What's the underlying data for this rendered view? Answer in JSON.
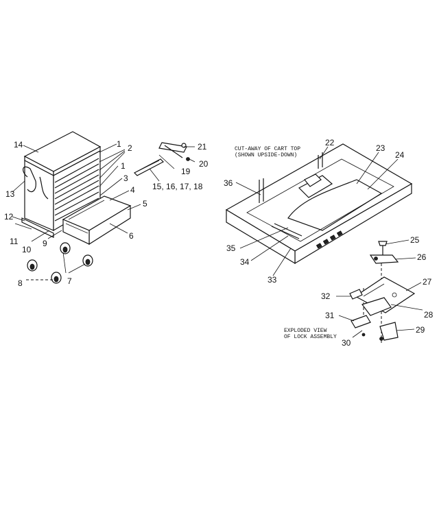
{
  "part_labels": {
    "p1a": "1",
    "p2": "2",
    "p1b": "1",
    "p3": "3",
    "p4": "4",
    "p5": "5",
    "p6": "6",
    "p7": "7",
    "p8": "8",
    "p9": "9",
    "p10": "10",
    "p11": "11",
    "p12": "12",
    "p13": "13",
    "p14": "14",
    "p15_18": "15, 16, 17, 18",
    "p19": "19",
    "p20": "20",
    "p21": "21",
    "p22": "22",
    "p23": "23",
    "p24": "24",
    "p25": "25",
    "p26": "26",
    "p27": "27",
    "p28": "28",
    "p29": "29",
    "p30": "30",
    "p31": "31",
    "p32": "32",
    "p33": "33",
    "p34": "34",
    "p35": "35",
    "p36": "36"
  },
  "notes": {
    "cutaway_line1": "CUT-AWAY OF CART TOP",
    "cutaway_line2": "(SHOWN UPSIDE-DOWN)",
    "exploded_line1": "EXPLODED VIEW",
    "exploded_line2": "OF LOCK ASSEMBLY"
  }
}
